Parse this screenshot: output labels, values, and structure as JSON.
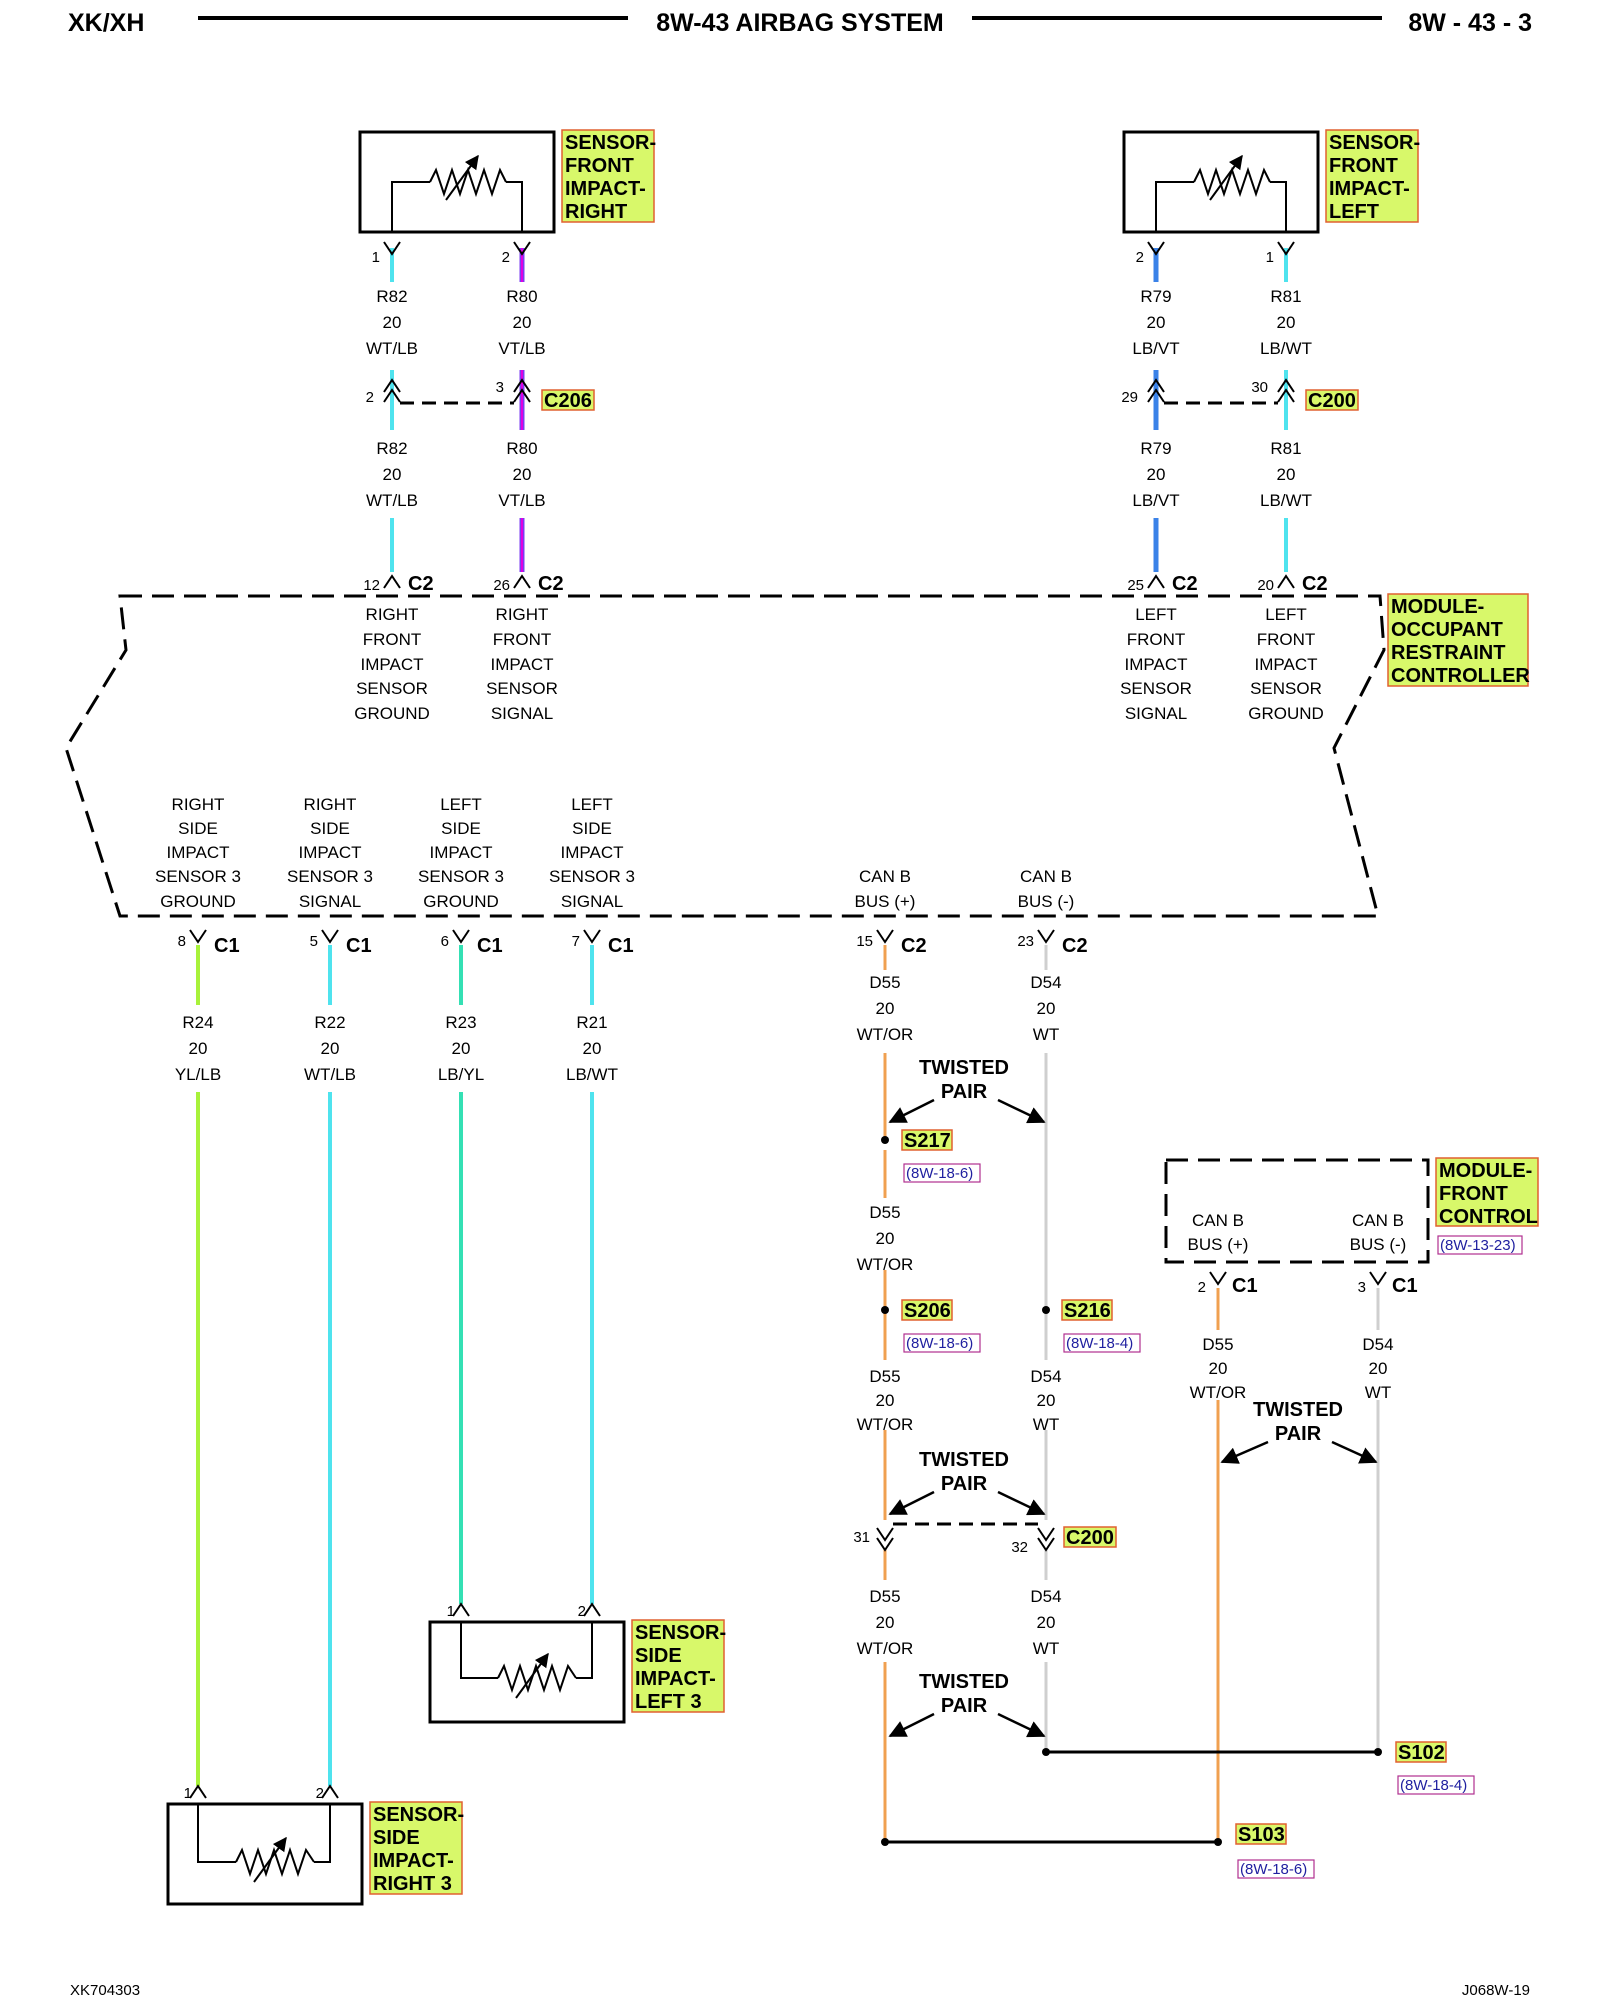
{
  "header": {
    "left": "XK/XH",
    "title": "8W-43 AIRBAG SYSTEM",
    "page": "8W - 43 - 3"
  },
  "footer": {
    "left": "XK704303",
    "right": "J068W-19"
  },
  "components": {
    "sfi_right": [
      "SENSOR-",
      "FRONT",
      "IMPACT-",
      "RIGHT"
    ],
    "sfi_left": [
      "SENSOR-",
      "FRONT",
      "IMPACT-",
      "LEFT"
    ],
    "orc": [
      "MODULE-",
      "OCCUPANT",
      "RESTRAINT",
      "CONTROLLER"
    ],
    "fcm": [
      "MODULE-",
      "FRONT",
      "CONTROL"
    ],
    "fcm_ref": "(8W-13-23)",
    "ssi_left": [
      "SENSOR-",
      "SIDE",
      "IMPACT-",
      "LEFT 3"
    ],
    "ssi_right": [
      "SENSOR-",
      "SIDE",
      "IMPACT-",
      "RIGHT 3"
    ]
  },
  "wire_colors": {
    "WT/LB": "#4fe3ee",
    "VT/LB": "#7b3cf2",
    "LB/VT": "#3a82e8",
    "LB/WT": "#4fe3ee",
    "YL/LB": "#a8f23a",
    "LB/YL": "#34e0b4",
    "WT/OR": "#f0a050",
    "WT": "#cfcfcf",
    "stripe_VT": "#e000e0"
  },
  "top_circuits": {
    "r82a": [
      "R82",
      "20",
      "WT/LB"
    ],
    "r80a": [
      "R80",
      "20",
      "VT/LB"
    ],
    "r82b": [
      "R82",
      "20",
      "WT/LB"
    ],
    "r80b": [
      "R80",
      "20",
      "VT/LB"
    ],
    "r79a": [
      "R79",
      "20",
      "LB/VT"
    ],
    "r81a": [
      "R81",
      "20",
      "LB/WT"
    ],
    "r79b": [
      "R79",
      "20",
      "LB/VT"
    ],
    "r81b": [
      "R81",
      "20",
      "LB/WT"
    ]
  },
  "connectors": {
    "c206": "C206",
    "c200": "C200",
    "c2": "C2",
    "c1": "C1"
  },
  "pins": {
    "sfr_1": "1",
    "sfr_2": "2",
    "sfl_2": "2",
    "sfl_1": "1",
    "c206_2": "2",
    "c206_3": "3",
    "c200_29": "29",
    "c200_30": "30",
    "c2_12": "12",
    "c2_26": "26",
    "c2_25": "25",
    "c2_20": "20",
    "c1_8": "8",
    "c1_5": "5",
    "c1_6": "6",
    "c1_7": "7",
    "c2_15": "15",
    "c2_23": "23",
    "fcm_2": "2",
    "fcm_3": "3",
    "c200_31": "31",
    "c200_32": "32",
    "ssil_1": "1",
    "ssil_2": "2",
    "ssir_1": "1",
    "ssir_2": "2"
  },
  "orc_pins_top": {
    "p12": [
      "RIGHT",
      "FRONT",
      "IMPACT",
      "SENSOR",
      "GROUND"
    ],
    "p26": [
      "RIGHT",
      "FRONT",
      "IMPACT",
      "SENSOR",
      "SIGNAL"
    ],
    "p25": [
      "LEFT",
      "FRONT",
      "IMPACT",
      "SENSOR",
      "SIGNAL"
    ],
    "p20": [
      "LEFT",
      "FRONT",
      "IMPACT",
      "SENSOR",
      "GROUND"
    ]
  },
  "orc_pins_bottom": {
    "p8": [
      "RIGHT",
      "SIDE",
      "IMPACT",
      "SENSOR 3",
      "GROUND"
    ],
    "p5": [
      "RIGHT",
      "SIDE",
      "IMPACT",
      "SENSOR 3",
      "SIGNAL"
    ],
    "p6": [
      "LEFT",
      "SIDE",
      "IMPACT",
      "SENSOR 3",
      "GROUND"
    ],
    "p7": [
      "LEFT",
      "SIDE",
      "IMPACT",
      "SENSOR 3",
      "SIGNAL"
    ],
    "p15": [
      "CAN B",
      "BUS (+)"
    ],
    "p23": [
      "CAN B",
      "BUS (-)"
    ]
  },
  "side_circuits": {
    "r24": [
      "R24",
      "20",
      "YL/LB"
    ],
    "r22": [
      "R22",
      "20",
      "WT/LB"
    ],
    "r23": [
      "R23",
      "20",
      "LB/YL"
    ],
    "r21": [
      "R21",
      "20",
      "LB/WT"
    ]
  },
  "can_circuits": {
    "d55a": [
      "D55",
      "20",
      "WT/OR"
    ],
    "d54a": [
      "D54",
      "20",
      "WT"
    ],
    "d55b": [
      "D55",
      "20",
      "WT/OR"
    ],
    "d55c": [
      "D55",
      "20",
      "WT/OR"
    ],
    "d54c": [
      "D54",
      "20",
      "WT"
    ],
    "d55d": [
      "D55",
      "20",
      "WT/OR"
    ],
    "d54d": [
      "D54",
      "20",
      "WT"
    ],
    "d55e": [
      "D55",
      "20",
      "WT/OR"
    ],
    "d54e": [
      "D54",
      "20",
      "WT"
    ]
  },
  "fcm_pins": {
    "p2": [
      "CAN B",
      "BUS (+)"
    ],
    "p3": [
      "CAN B",
      "BUS (-)"
    ]
  },
  "twisted_pair": [
    "TWISTED",
    "PAIR"
  ],
  "splices": {
    "s217": "S217",
    "s217_ref": "(8W-18-6)",
    "s206": "S206",
    "s206_ref": "(8W-18-6)",
    "s216": "S216",
    "s216_ref": "(8W-18-4)",
    "s102": "S102",
    "s102_ref": "(8W-18-4)",
    "s103": "S103",
    "s103_ref": "(8W-18-6)"
  }
}
